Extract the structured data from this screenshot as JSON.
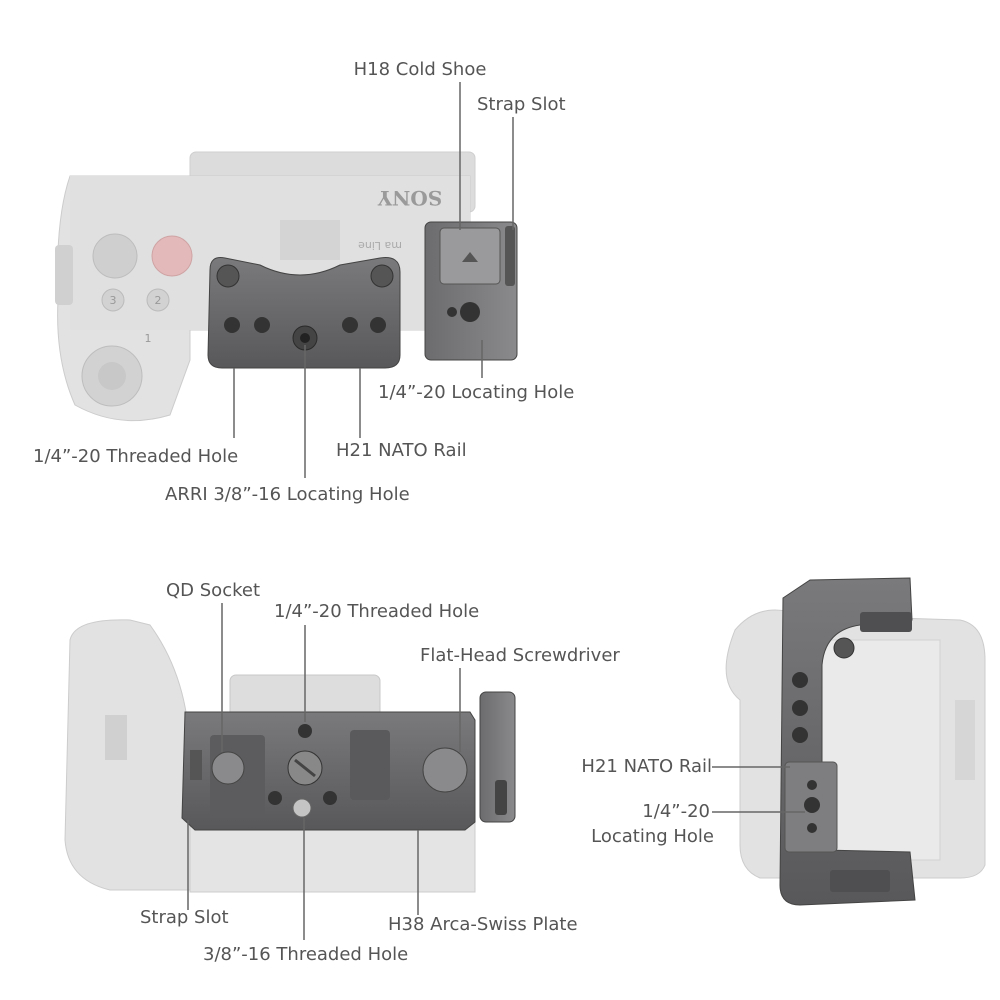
{
  "view_top": {
    "camera_brand": "SONY",
    "camera_small_text": "ma Line",
    "button_labels": [
      "3",
      "2",
      "1"
    ],
    "labels": {
      "cold_shoe": "H18 Cold Shoe",
      "strap_slot": "Strap Slot",
      "locating_hole": "1/4”-20 Locating Hole",
      "threaded_hole": "1/4”-20 Threaded Hole",
      "nato_rail": "H21 NATO Rail",
      "arri_hole": "ARRI 3/8”-16 Locating Hole"
    }
  },
  "view_bottom": {
    "labels": {
      "qd_socket": "QD Socket",
      "threaded_hole": "1/4”-20 Threaded Hole",
      "screwdriver": "Flat-Head Screwdriver",
      "strap_slot": "Strap Slot",
      "arca_plate": "H38 Arca-Swiss Plate",
      "threaded_hole_38": "3/8”-16 Threaded Hole"
    }
  },
  "view_side": {
    "labels": {
      "nato_rail": "H21 NATO Rail",
      "locating_hole_line1": "1/4”-20",
      "locating_hole_line2": "Locating Hole"
    }
  },
  "colors": {
    "label_text": "#555555",
    "leader_line": "#666666",
    "camera_body": "#d9d9d9",
    "camera_body_light": "#e8e8e8",
    "cage_metal": "#6a6a6c",
    "cage_metal_dark": "#4a4a4c",
    "accent_red": "#d06060"
  }
}
